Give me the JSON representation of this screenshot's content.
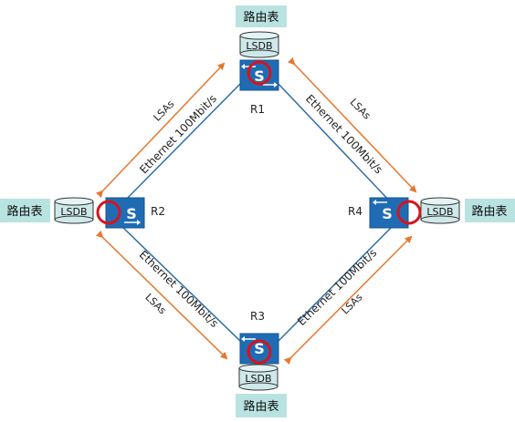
{
  "routers": {
    "r1": {
      "name": "R1",
      "table": "路由表",
      "db": "LSDB"
    },
    "r2": {
      "name": "R2",
      "table": "路由表",
      "db": "LSDB"
    },
    "r3": {
      "name": "R3",
      "table": "路由表",
      "db": "LSDB"
    },
    "r4": {
      "name": "R4",
      "table": "路由表",
      "db": "LSDB"
    }
  },
  "links": {
    "r1_r2": "Ethernet 100Mbit/s",
    "r1_r4": "Ethernet 100Mbit/s",
    "r2_r3": "Ethernet 100Mbit/s",
    "r3_r4": "Ethernet 100Mbit/s"
  },
  "lsas": {
    "top_left": "LSAs",
    "top_right": "LSAs",
    "bottom_left": "LSAs",
    "bottom_right": "LSAs"
  },
  "colors": {
    "link": "#2f6ea5",
    "lsa_arrow": "#e8762d",
    "router": "#1f6cb5",
    "router_dark": "#17538d",
    "table_bg": "#b9e3e1",
    "cycle": "#d4151c",
    "db_fill": "#cfe9ea"
  }
}
